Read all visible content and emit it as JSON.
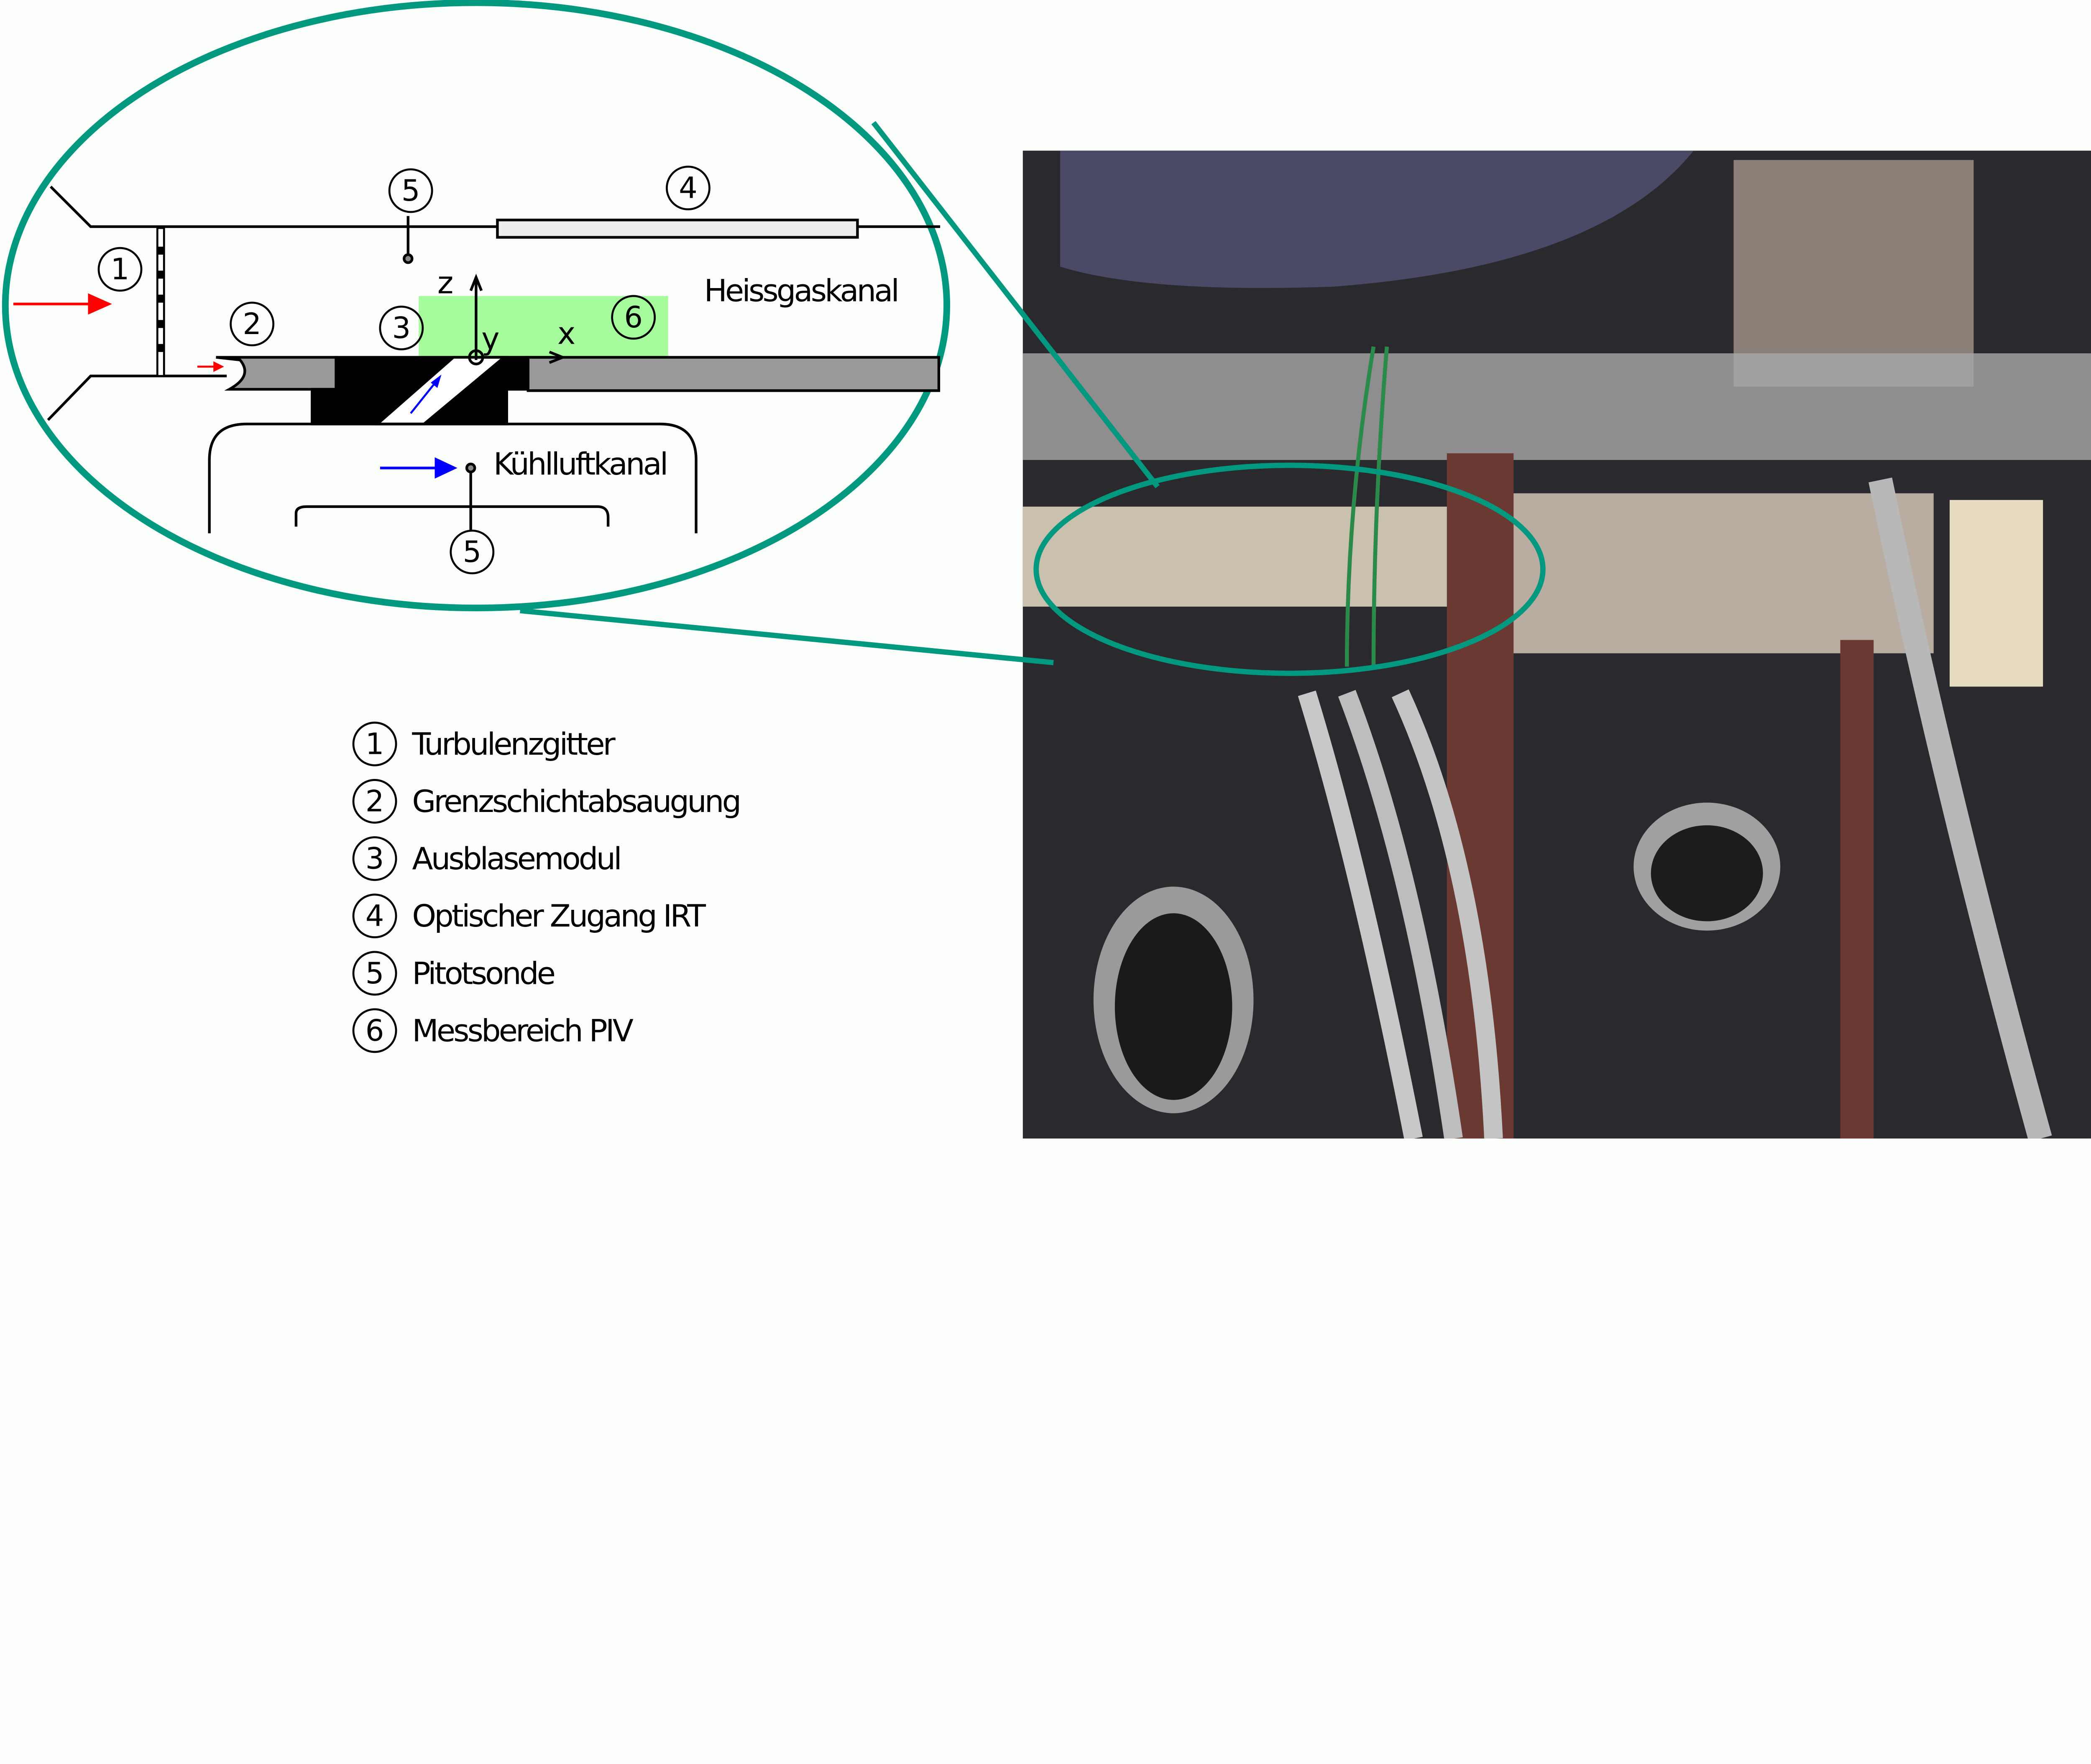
{
  "diagram": {
    "hot_channel_label": "Heissgaskanal",
    "cooling_channel_label": "Kühlluftkanal",
    "axes": {
      "z": "z",
      "y": "y",
      "x": "x"
    },
    "markers": [
      "1",
      "2",
      "3",
      "4",
      "5",
      "6",
      "5"
    ]
  },
  "legend": [
    {
      "num": "1",
      "label": "Turbulenzgitter"
    },
    {
      "num": "2",
      "label": "Grenzschichtabsaugung"
    },
    {
      "num": "3",
      "label": "Ausblasemodul"
    },
    {
      "num": "4",
      "label": "Optischer Zugang IRT"
    },
    {
      "num": "5",
      "label": "Pitotsonde"
    },
    {
      "num": "6",
      "label": "Messbereich PIV"
    }
  ],
  "colors": {
    "accent": "#00987f",
    "piv_area": "#a6fc9c",
    "hot_flow": "#ff0000",
    "cool_flow": "#0000ff",
    "wall": "#999999"
  }
}
